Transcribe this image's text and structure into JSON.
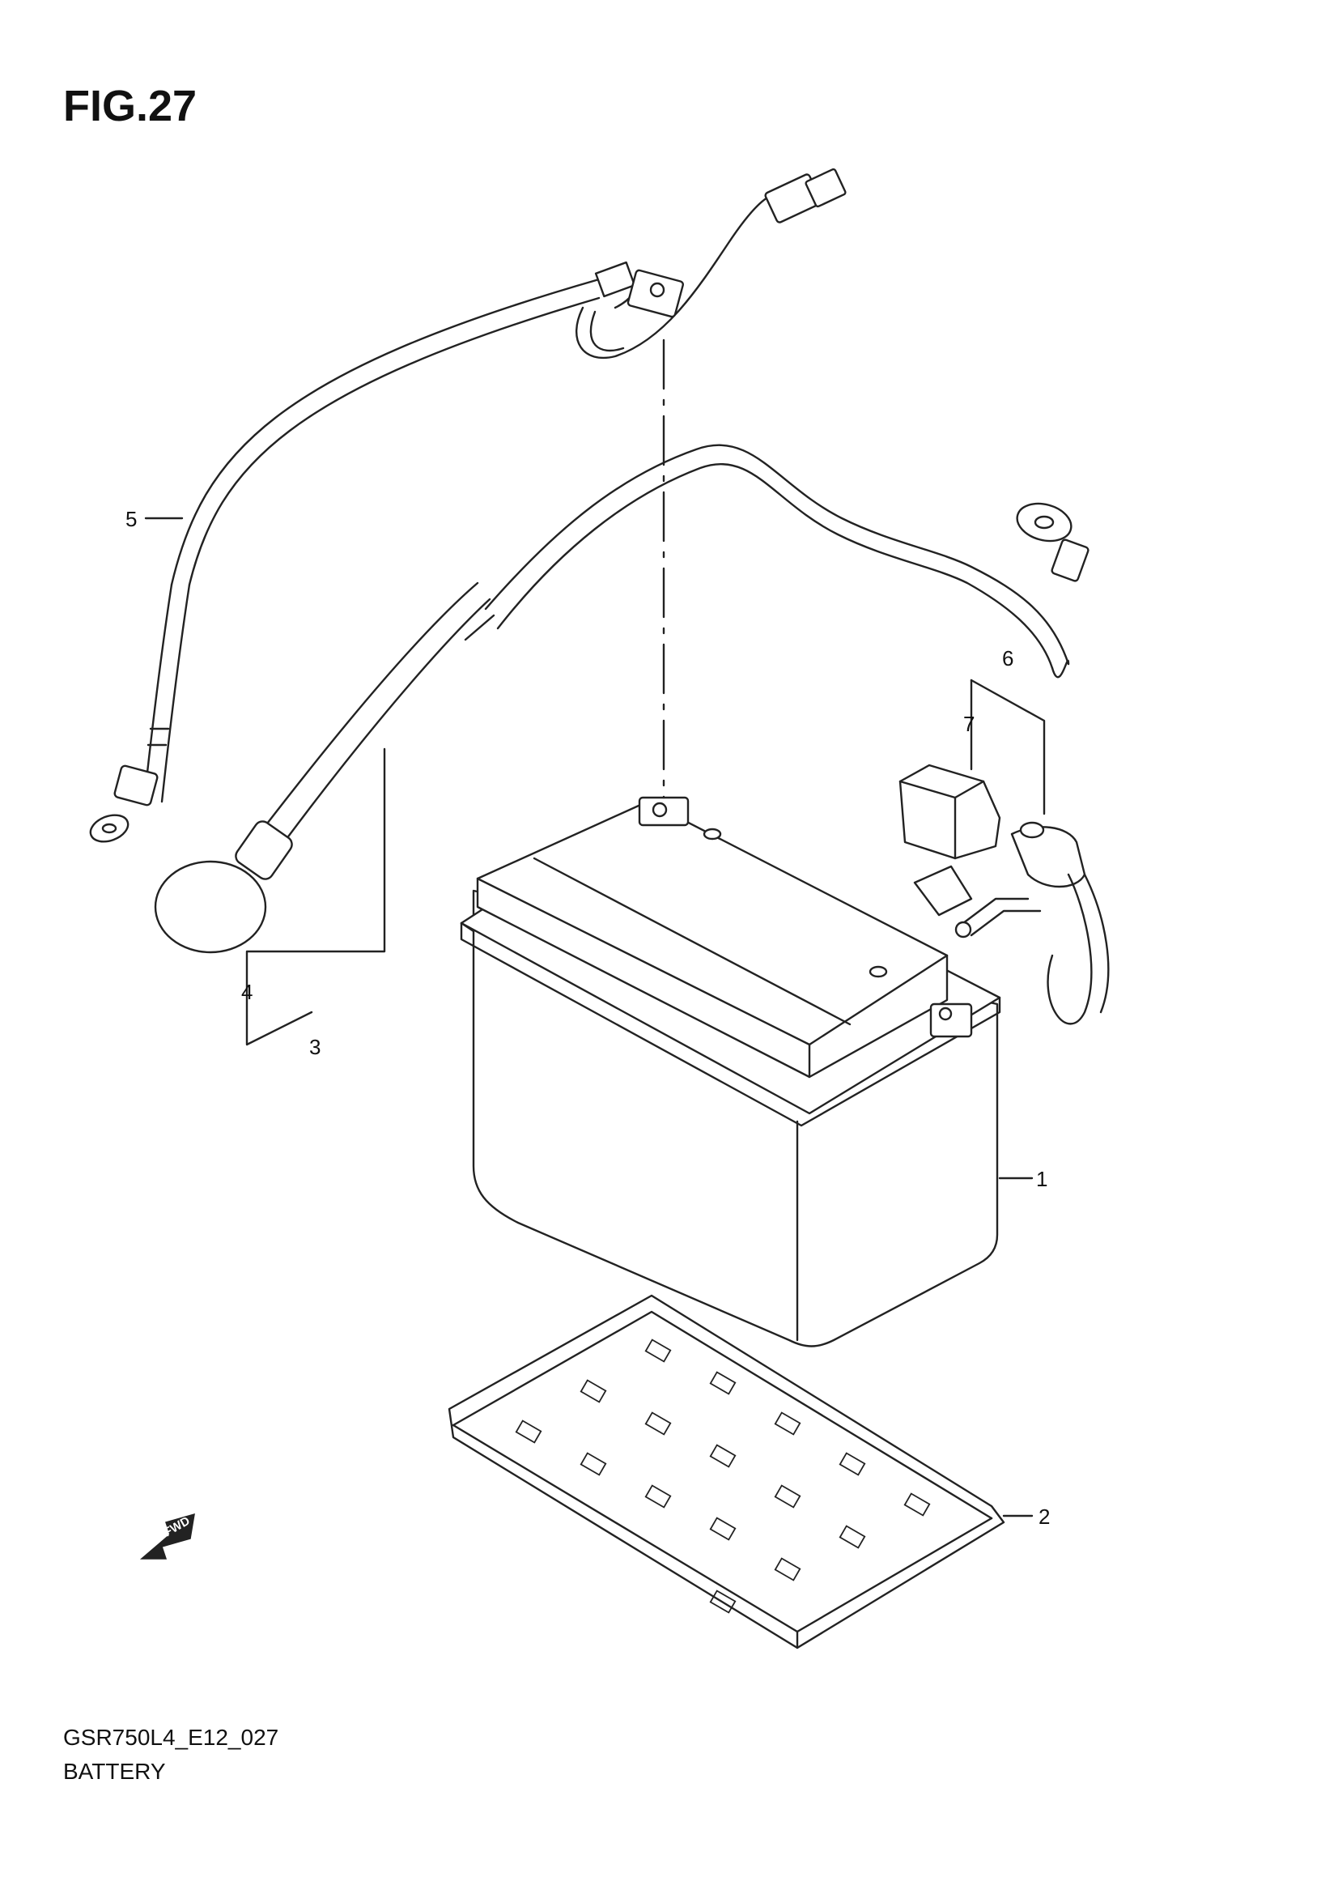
{
  "figure": {
    "title": "FIG.27",
    "code": "GSR750L4_E12_027",
    "name": "BATTERY"
  },
  "callouts": [
    {
      "id": "1",
      "label": "1"
    },
    {
      "id": "2",
      "label": "2"
    },
    {
      "id": "3",
      "label": "3"
    },
    {
      "id": "4",
      "label": "4"
    },
    {
      "id": "5",
      "label": "5"
    },
    {
      "id": "6",
      "label": "6"
    },
    {
      "id": "7",
      "label": "7"
    }
  ],
  "direction_marker": "FWD"
}
